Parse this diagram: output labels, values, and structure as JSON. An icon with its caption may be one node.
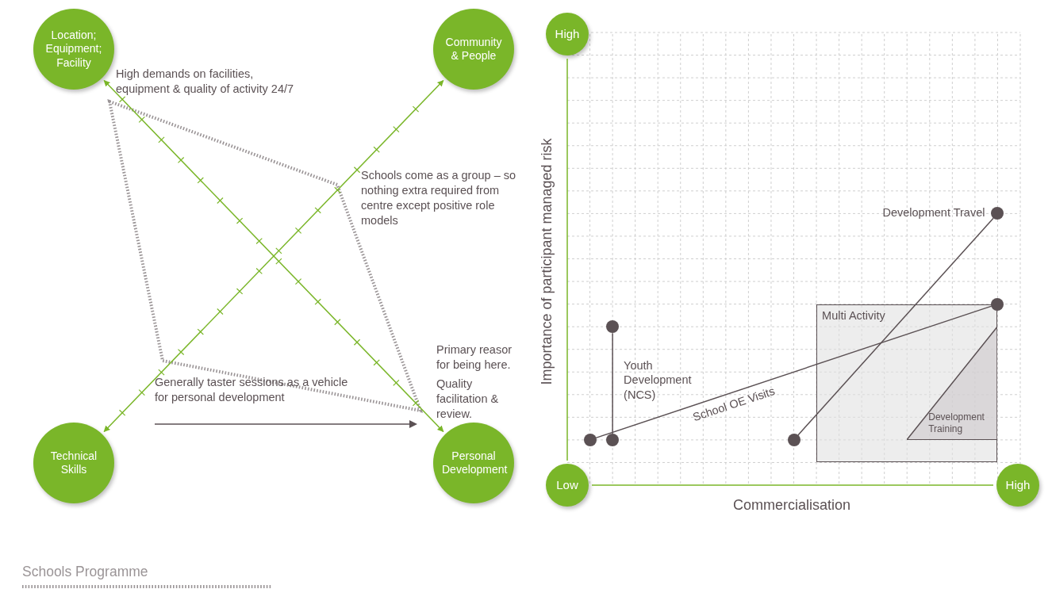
{
  "diagram": {
    "caption": "Schools Programme",
    "nodes": [
      {
        "text": [
          "Location; Equipment; Facility"
        ]
      },
      {
        "text": [
          "Community & People"
        ]
      },
      {
        "text": [
          "Technical Skills"
        ]
      },
      {
        "text": [
          "Personal Development"
        ]
      },
      {
        "text": [
          "High"
        ]
      },
      {
        "text": [
          "Low"
        ]
      },
      {
        "text": [
          "High"
        ]
      },
      {
        "text": [
          "Multi Activity"
        ]
      },
      {
        "text": [
          "Development Training"
        ],
        "in": 7
      },
      {
        "text": [],
        "shape": "circle"
      },
      {
        "text": [],
        "shape": "circle"
      },
      {
        "text": [],
        "shape": "circle"
      },
      {
        "text": [],
        "shape": "circle"
      },
      {
        "text": [],
        "shape": "circle",
        "beside": [
          "Development Travel"
        ]
      },
      {
        "text": [],
        "shape": "circle"
      }
    ],
    "edges": [
      {
        "from": 0,
        "to": 3,
        "arrow": "both"
      },
      {
        "from": 2,
        "to": 1,
        "arrow": "both"
      },
      {
        "from": 4,
        "to": 5,
        "arrow": "none"
      },
      {
        "from": 5,
        "to": 6,
        "arrow": "none"
      },
      {
        "from": 10,
        "to": 11,
        "arrow": "none",
        "color": "#5b5154",
        "label": "Youth Development (NCS)"
      },
      {
        "from": 9,
        "to": 14,
        "arrow": "none",
        "color": "#5b5154",
        "label": "School OE Visits"
      },
      {
        "from": 12,
        "to": 13,
        "arrow": "none",
        "color": "#5b5154"
      }
    ],
    "labels": [
      "High demands on facilities, equipment & quality of activity 24/7",
      "Schools come as a group – so nothing extra required from centre except positive role models",
      "Primary reasor for being here.",
      "Generally taster sessions as a vehicle for personal development",
      "Quality facilitation & review.",
      "Importance of participant managed risk",
      "Commercialisation"
    ]
  }
}
